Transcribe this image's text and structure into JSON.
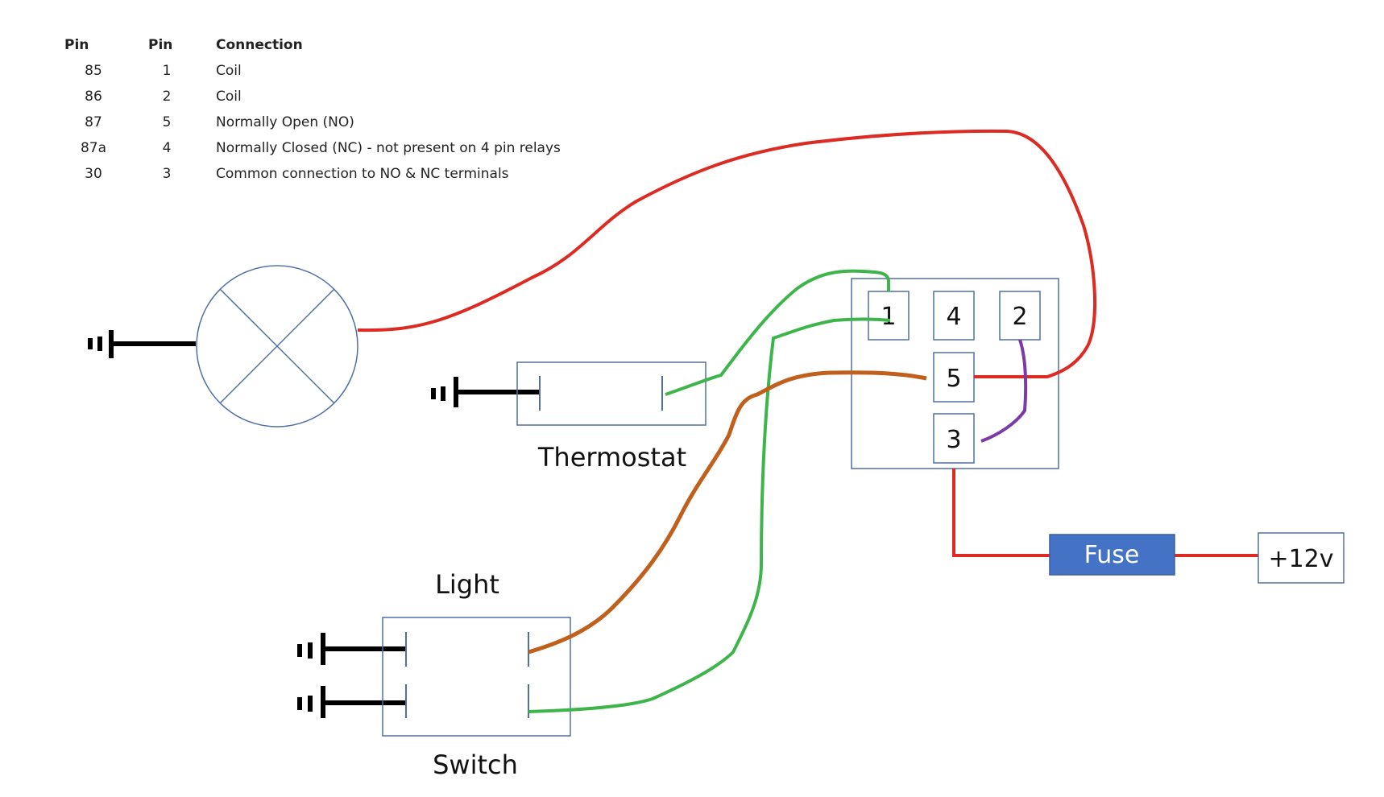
{
  "pin_table": {
    "headers": [
      "Pin",
      "Pin",
      "Connection"
    ],
    "rows": [
      [
        "85",
        "1",
        "Coil"
      ],
      [
        "86",
        "2",
        "Coil"
      ],
      [
        "87",
        "5",
        "Normally Open (NO)"
      ],
      [
        "87a",
        "4",
        "Normally Closed (NC) - not present on 4 pin relays"
      ],
      [
        "30",
        "3",
        "Common connection to NO & NC terminals"
      ]
    ]
  },
  "labels": {
    "thermostat": "Thermostat",
    "light": "Light",
    "switch": "Switch",
    "fuse": "Fuse",
    "supply": "+12v"
  },
  "relay_terminals": [
    "1",
    "4",
    "2",
    "5",
    "3"
  ],
  "colors": {
    "red_wire": "#dd2a22",
    "green_wire": "#3db54a",
    "brown_wire": "#c0601c",
    "purple_wire": "#7a3aa8",
    "box_border": "#4f6fa8",
    "fuse_fill": "#4472c4",
    "ground": "#000000"
  }
}
